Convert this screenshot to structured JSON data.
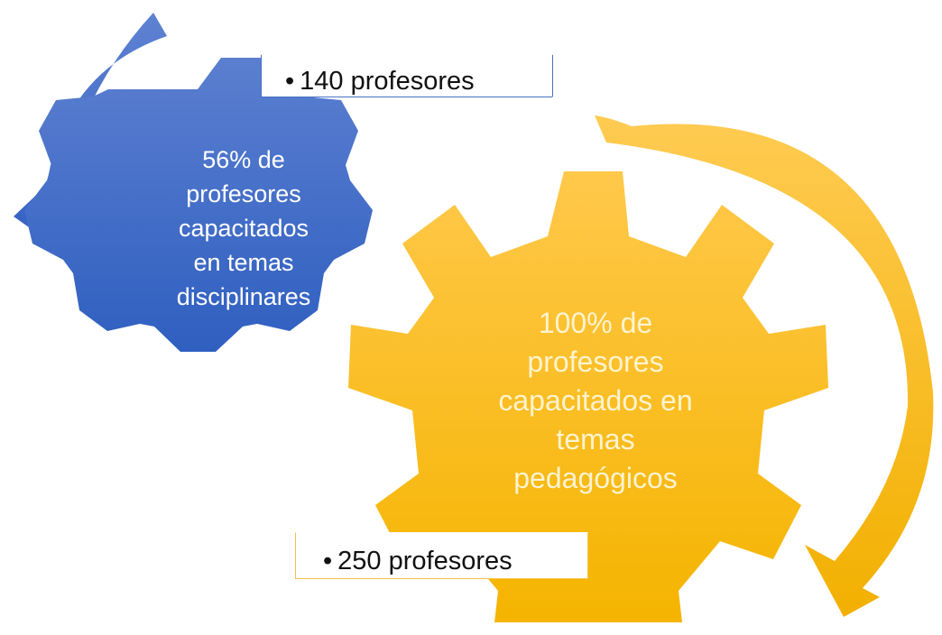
{
  "blue_gear": {
    "label": "56% de\nprofesores\ncapacitados\nen temas\ndisciplinares",
    "callout": "140 profesores"
  },
  "gold_gear": {
    "label": "100% de\nprofesores\ncapacitados en\ntemas\npedagógicos",
    "callout": "250 profesores"
  },
  "colors": {
    "blue": "#3f6cc6",
    "gold": "#ffc000"
  }
}
